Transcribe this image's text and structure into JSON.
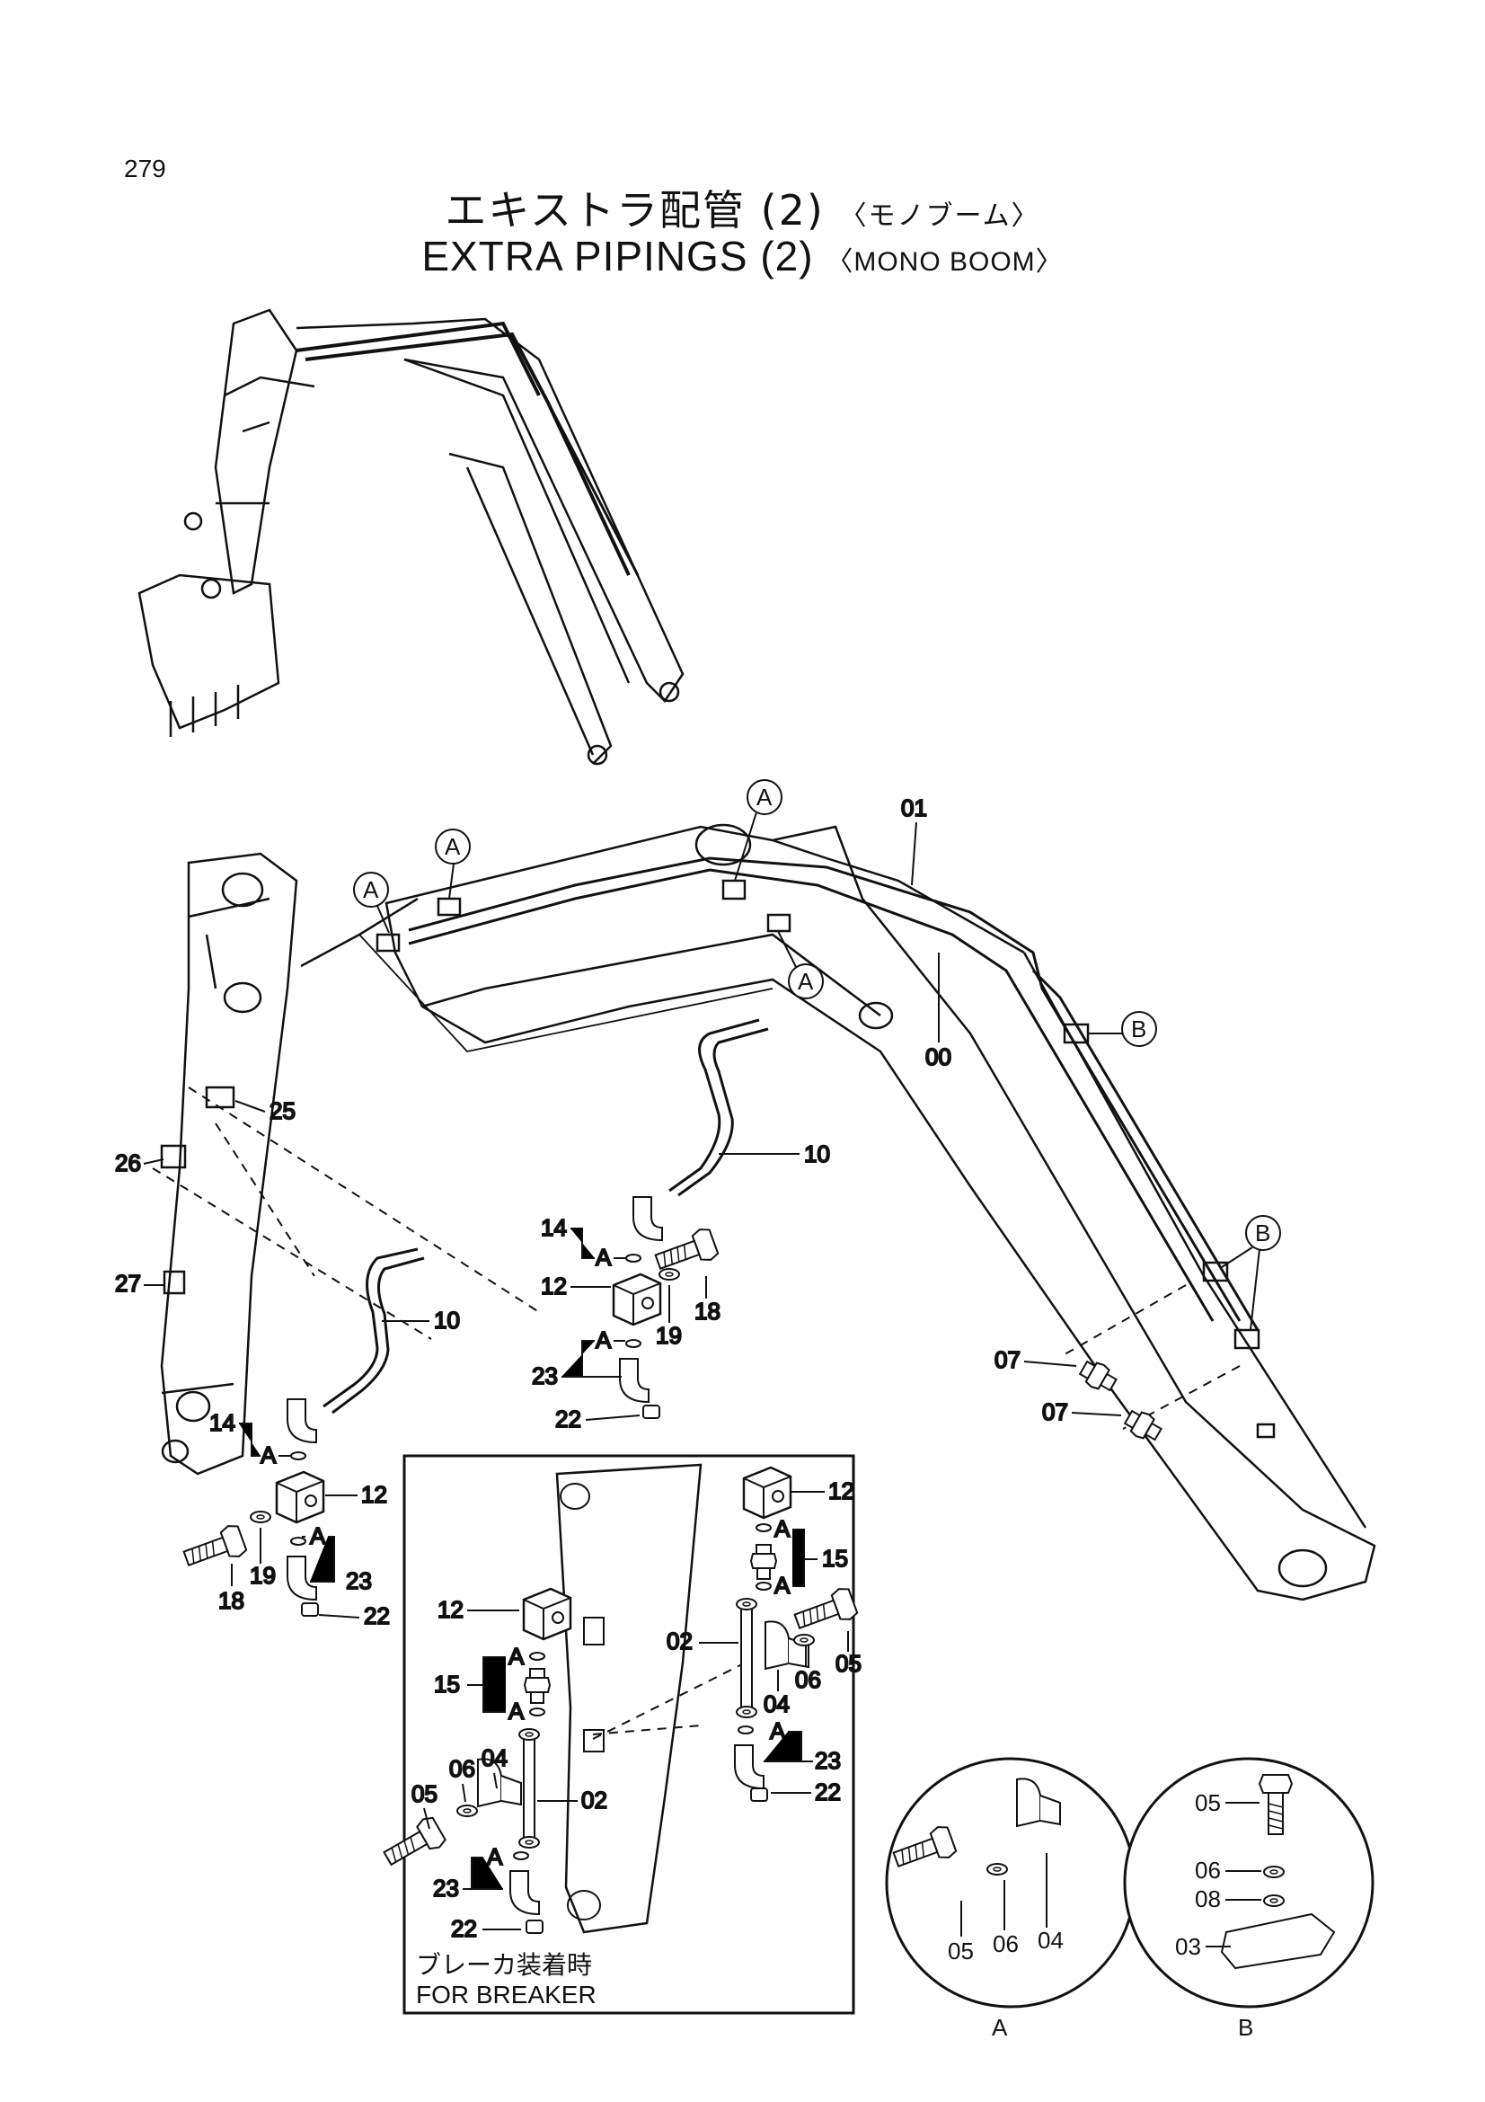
{
  "page": {
    "number": "279",
    "title_jp": "エキストラ配管",
    "title_jp_num": "(2)",
    "title_jp_sub": "〈モノブーム〉",
    "title_en": "EXTRA PIPINGS",
    "title_en_num": "(2)",
    "title_en_sub": "〈MONO BOOM〉"
  },
  "inset": {
    "caption_jp": "ブレーカ装着時",
    "caption_en": "FOR BREAKER"
  },
  "detail_views": [
    {
      "label": "A",
      "parts": [
        "05",
        "06",
        "04"
      ]
    },
    {
      "label": "B",
      "parts": [
        "05",
        "06",
        "08",
        "03"
      ]
    }
  ],
  "callouts": {
    "ref_a": "A",
    "ref_b": "B",
    "p00": "00",
    "p01": "01",
    "p02": "02",
    "p03": "03",
    "p04": "04",
    "p05": "05",
    "p06": "06",
    "p07": "07",
    "p08": "08",
    "p10": "10",
    "p12": "12",
    "p14": "14",
    "p15": "15",
    "p18": "18",
    "p19": "19",
    "p22": "22",
    "p23": "23",
    "p25": "25",
    "p26": "26",
    "p27": "27"
  }
}
